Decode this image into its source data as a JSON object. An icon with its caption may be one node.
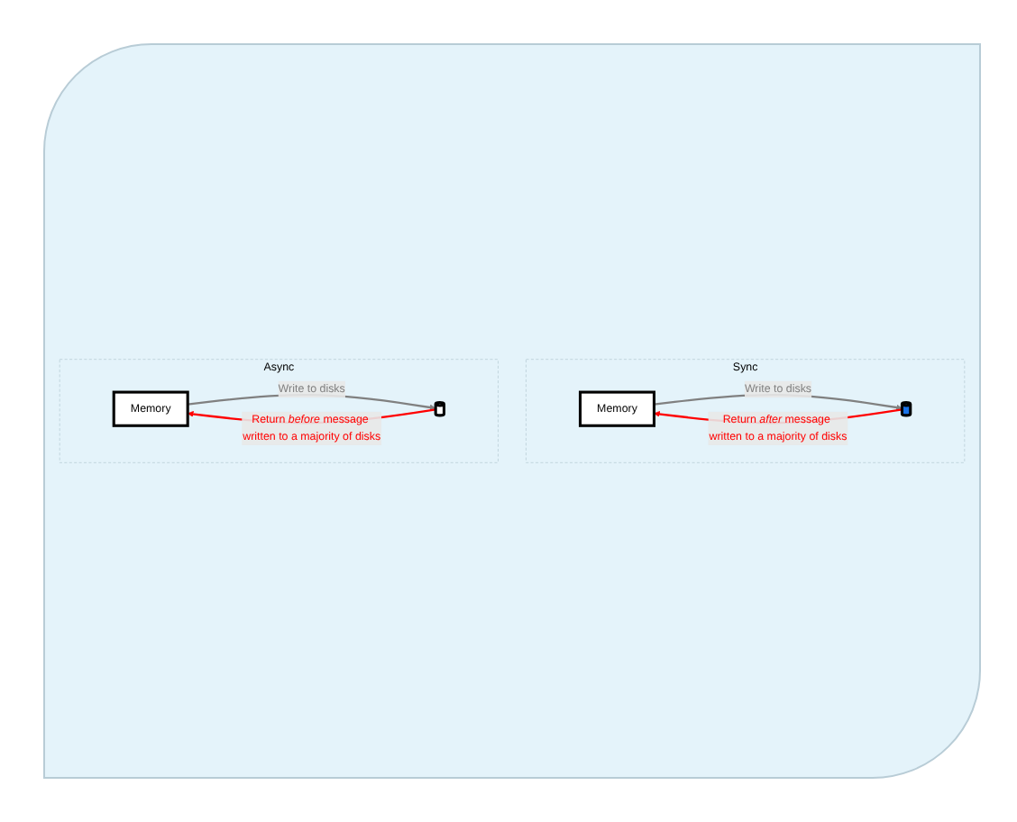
{
  "diagram": {
    "nodes": [
      {
        "text": [
          "Sync"
        ]
      },
      {
        "text": [
          "Memory"
        ],
        "in": 0
      },
      {
        "text": [],
        "shape": "cylinder",
        "in": 0
      },
      {
        "text": [
          "Async"
        ]
      },
      {
        "text": [
          "Memory"
        ],
        "in": 3
      },
      {
        "text": [],
        "shape": "cylinder",
        "in": 3
      }
    ],
    "edges": [
      {
        "from": 1,
        "to": 2,
        "arrow": "to",
        "label": "Write to disks",
        "color": "#808080"
      },
      {
        "from": 2,
        "to": 1,
        "arrow": "to",
        "label": "Return *after* message written to a majority of disks",
        "color": "#ff0000"
      },
      {
        "from": 4,
        "to": 5,
        "arrow": "to",
        "label": "Write to disks",
        "color": "#808080"
      },
      {
        "from": 5,
        "to": 4,
        "arrow": "to",
        "label": "Return *before* message written to a majority of disks",
        "color": "#ff0000"
      }
    ]
  }
}
